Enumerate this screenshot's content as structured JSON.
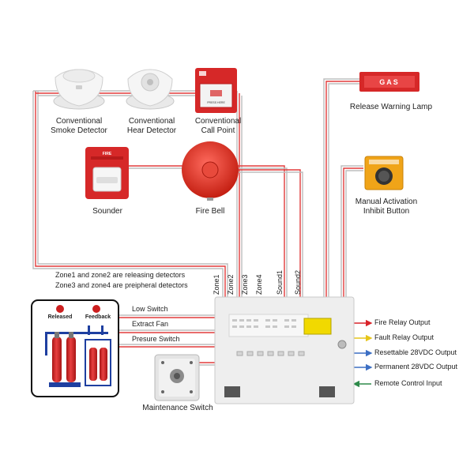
{
  "devices": {
    "smoke_detector": "Conventional\nSmoke Detector",
    "heat_detector": "Conventional\nHear Detector",
    "call_point": "Conventional\nCall Point",
    "sounder": "Sounder",
    "fire_bell": "Fire Bell",
    "warning_lamp": "Release Warning Lamp",
    "inhibit_button": "Manual Activation\nInhibit Button",
    "maintenance_switch": "Maintenance Switch",
    "sounder_face_text": "FIRE",
    "call_point_face_text": "PRESS HERE",
    "lamp_text": "GAS"
  },
  "panel_inputs": [
    "Zone1",
    "Zone2",
    "Zone3",
    "Zone4",
    "Sound1",
    "Sound2"
  ],
  "notes": {
    "line1": "Zone1 and zone2 are releasing detectors",
    "line2": "Zone3 and zone4 are preipheral detectors"
  },
  "cylinder_panel": {
    "released": "Released",
    "feedback": "Feedback"
  },
  "switch_wires": {
    "low_switch": "Low Switch",
    "extract_fan": "Extract Fan",
    "pressure_switch": "Presure Switch"
  },
  "outputs": [
    {
      "label": "Fire Relay Output",
      "color": "#d9242a"
    },
    {
      "label": "Fault Relay Output",
      "color": "#e6c51a"
    },
    {
      "label": "Resettable 28VDC Output",
      "color": "#3c6fc4"
    },
    {
      "label": "Permanent 28VDC Output",
      "color": "#3c6fc4"
    },
    {
      "label": "Remote Control Input",
      "color": "#2e8a4a"
    }
  ],
  "colors": {
    "wire_red": "#e23b3b",
    "wire_grey": "#bdbdbd",
    "device_red": "#d62828",
    "cylinder_red": "#cc1f1f",
    "panel_body": "#eeeeee"
  }
}
